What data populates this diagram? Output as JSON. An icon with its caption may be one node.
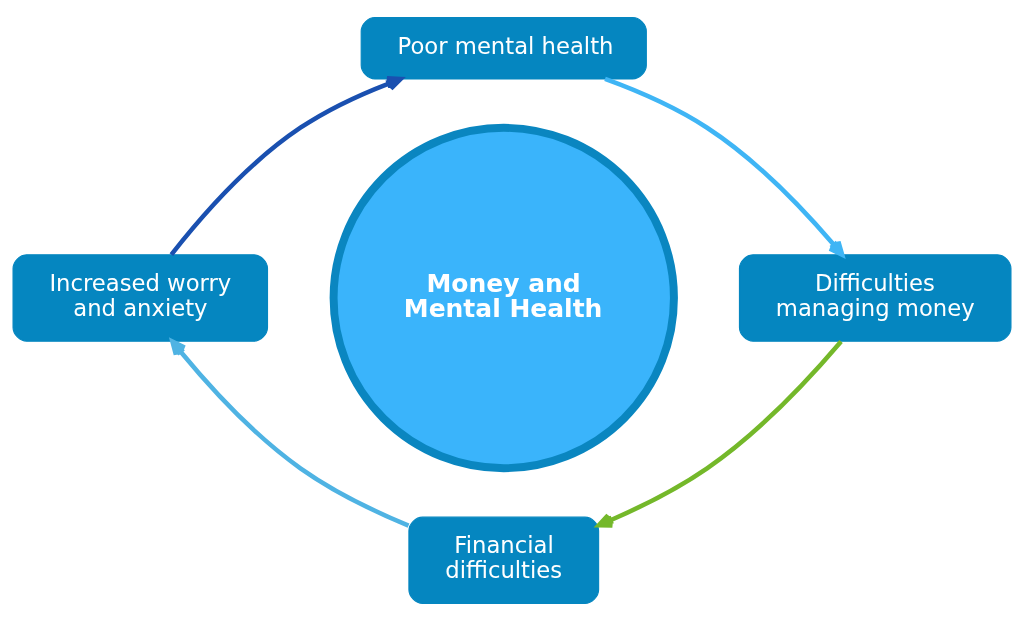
{
  "diagram": {
    "nodes": [
      {
        "text": [
          "Poor mental health"
        ]
      },
      {
        "text": [
          "Increased worry and anxiety"
        ]
      },
      {
        "text": [
          "Money and Mental Health"
        ]
      },
      {
        "text": [
          "Difficulties managing money"
        ]
      },
      {
        "text": [
          "Financial difficulties"
        ]
      }
    ],
    "edges": [
      {
        "from": 0,
        "to": 3,
        "arrow": "to",
        "color": "#3fb5f5"
      },
      {
        "from": 3,
        "to": 4,
        "arrow": "to",
        "color": "#74b82a"
      },
      {
        "from": 4,
        "to": 1,
        "arrow": "to",
        "color": "#4fb3e3"
      },
      {
        "from": 1,
        "to": 0,
        "arrow": "to",
        "color": "#1a50b0"
      }
    ]
  }
}
